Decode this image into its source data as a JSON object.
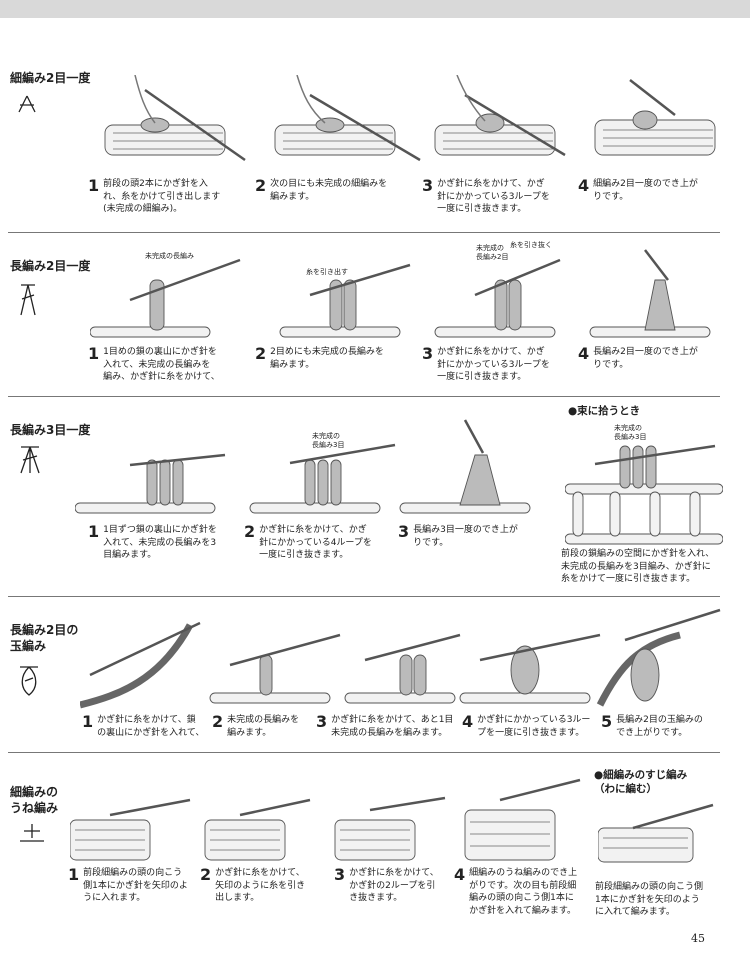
{
  "page_number": "45",
  "sections": [
    {
      "title": "細編み2目一度",
      "steps": [
        {
          "num": "1",
          "text": "前段の頭2本にかぎ針を入\nれ、糸をかけて引き出します\n(未完成の細編み)。"
        },
        {
          "num": "2",
          "text": "次の目にも未完成の細編みを\n編みます。"
        },
        {
          "num": "3",
          "text": "かぎ針に糸をかけて、かぎ\n針にかかっている3ループを\n一度に引き抜きます。"
        },
        {
          "num": "4",
          "text": "細編み2目一度のでき上が\nりです。"
        }
      ]
    },
    {
      "title": "長編み2目一度",
      "annotations": [
        "未完成の長編み",
        "糸を引き出す",
        "未完成の\n長編み2目",
        "糸を引き抜く"
      ],
      "steps": [
        {
          "num": "1",
          "text": "1目めの鎖の裏山にかぎ針を\n入れて、未完成の長編みを\n編み、かぎ針に糸をかけて、"
        },
        {
          "num": "2",
          "text": "2目めにも未完成の長編みを\n編みます。"
        },
        {
          "num": "3",
          "text": "かぎ針に糸をかけて、かぎ\n針にかかっている3ループを\n一度に引き抜きます。"
        },
        {
          "num": "4",
          "text": "長編み2目一度のでき上が\nりです。"
        }
      ]
    },
    {
      "title": "長編み3目一度",
      "annotations": [
        "未完成の\n長編み3目",
        "未完成の\n長編み3目"
      ],
      "steps": [
        {
          "num": "1",
          "text": "1目ずつ鎖の裏山にかぎ針を\n入れて、未完成の長編みを3\n目編みます。"
        },
        {
          "num": "2",
          "text": "かぎ針に糸をかけて、かぎ\n針にかかっている4ループを\n一度に引き抜きます。"
        },
        {
          "num": "3",
          "text": "長編み3目一度のでき上が\nりです。"
        }
      ],
      "side": {
        "title": "●束に拾うとき",
        "text": "前段の鎖編みの空間にかぎ針を入れ、\n未完成の長編みを3目編み、かぎ針に\n糸をかけて一度に引き抜きます。"
      }
    },
    {
      "title": "長編み2目の\n玉編み",
      "steps": [
        {
          "num": "1",
          "text": "かぎ針に糸をかけて、鎖\nの裏山にかぎ針を入れて、"
        },
        {
          "num": "2",
          "text": "未完成の長編みを\n編みます。"
        },
        {
          "num": "3",
          "text": "かぎ針に糸をかけて、あと1目\n未完成の長編みを編みます。"
        },
        {
          "num": "4",
          "text": "かぎ針にかかっている3ルー\nプを一度に引き抜きます。"
        },
        {
          "num": "5",
          "text": "長編み2目の玉編みの\nでき上がりです。"
        }
      ]
    },
    {
      "title": "細編みの\nうね編み",
      "steps": [
        {
          "num": "1",
          "text": "前段細編みの頭の向こう\n側1本にかぎ針を矢印のよ\nうに入れます。"
        },
        {
          "num": "2",
          "text": "かぎ針に糸をかけて、\n矢印のように糸を引き\n出します。"
        },
        {
          "num": "3",
          "text": "かぎ針に糸をかけて、\nかぎ針の2ループを引\nき抜きます。"
        },
        {
          "num": "4",
          "text": "細編みのうね編みのでき上\nがりです。次の目も前段細\n編みの頭の向こう側1本に\nかぎ針を入れて編みます。"
        }
      ],
      "side": {
        "title": "●細編みのすじ編み\n（わに編む）",
        "text": "前段細編みの頭の向こう側\n1本にかぎ針を矢印のよう\nに入れて編みます。"
      }
    }
  ]
}
